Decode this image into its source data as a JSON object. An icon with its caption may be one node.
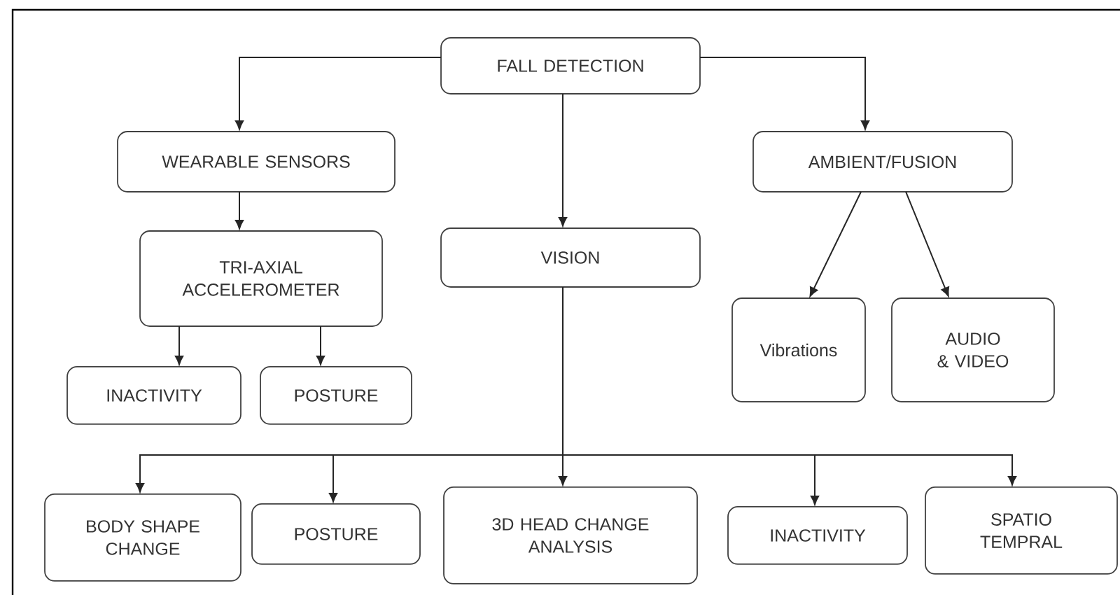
{
  "diagram": {
    "nodes": [
      {
        "text": [
          "FALL DETECTION"
        ]
      },
      {
        "text": [
          "WEARABLE SENSORS"
        ]
      },
      {
        "text": [
          "AMBIENT/FUSION"
        ]
      },
      {
        "text": [
          "TRI-AXIAL ACCELEROMETER"
        ]
      },
      {
        "text": [
          "VISION"
        ]
      },
      {
        "text": [
          "Vibrations"
        ]
      },
      {
        "text": [
          "AUDIO & VIDEO"
        ]
      },
      {
        "text": [
          "INACTIVITY"
        ]
      },
      {
        "text": [
          "POSTURE"
        ]
      },
      {
        "text": [
          "BODY SHAPE CHANGE"
        ]
      },
      {
        "text": [
          "POSTURE"
        ]
      },
      {
        "text": [
          "3D HEAD CHANGE ANALYSIS"
        ]
      },
      {
        "text": [
          "INACTIVITY"
        ]
      },
      {
        "text": [
          "SPATIO TEMPRAL"
        ]
      }
    ],
    "edges": [
      {
        "from": 0,
        "to": 1,
        "arrow": "to"
      },
      {
        "from": 0,
        "to": 4,
        "arrow": "to"
      },
      {
        "from": 0,
        "to": 2,
        "arrow": "to"
      },
      {
        "from": 1,
        "to": 3,
        "arrow": "to"
      },
      {
        "from": 3,
        "to": 7,
        "arrow": "to"
      },
      {
        "from": 3,
        "to": 8,
        "arrow": "to"
      },
      {
        "from": 2,
        "to": 5,
        "arrow": "to"
      },
      {
        "from": 2,
        "to": 6,
        "arrow": "to"
      },
      {
        "from": 4,
        "to": 9,
        "arrow": "to"
      },
      {
        "from": 4,
        "to": 10,
        "arrow": "to"
      },
      {
        "from": 4,
        "to": 11,
        "arrow": "to"
      },
      {
        "from": 4,
        "to": 12,
        "arrow": "to"
      },
      {
        "from": 4,
        "to": 13,
        "arrow": "to"
      }
    ]
  }
}
